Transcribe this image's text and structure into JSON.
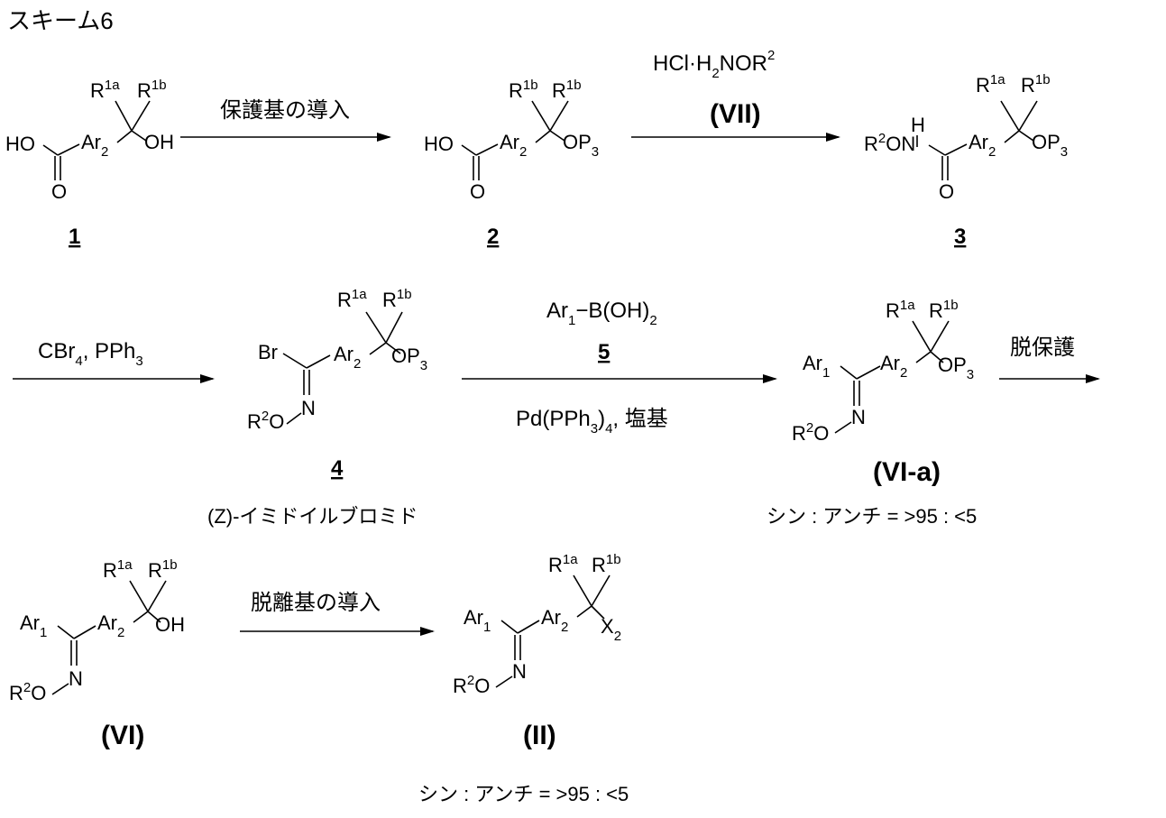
{
  "scheme_title": "スキーム6",
  "compounds": {
    "c1": {
      "number": "1"
    },
    "c2": {
      "number": "2"
    },
    "c3": {
      "number": "3"
    },
    "c4": {
      "number": "4",
      "caption": "(Z)-イミドイルブロミド"
    },
    "via": {
      "label": "(VI-a)",
      "ratio": "シン : アンチ = >95 : <5"
    },
    "vi": {
      "label": "(VI)"
    },
    "ii": {
      "label": "(II)",
      "ratio": "シン : アンチ = >95 : <5"
    }
  },
  "reagents": {
    "step1": "保護基の導入",
    "step2_top": "HCl·H2NOR2",
    "step2_label": "(VII)",
    "step3": "CBr4, PPh3",
    "step4_top": "Ar1−B(OH)2",
    "step4_num": "5",
    "step4_bottom": "Pd(PPh3)4, 塩基",
    "step5": "脱保護",
    "step6": "脱離基の導入"
  }
}
